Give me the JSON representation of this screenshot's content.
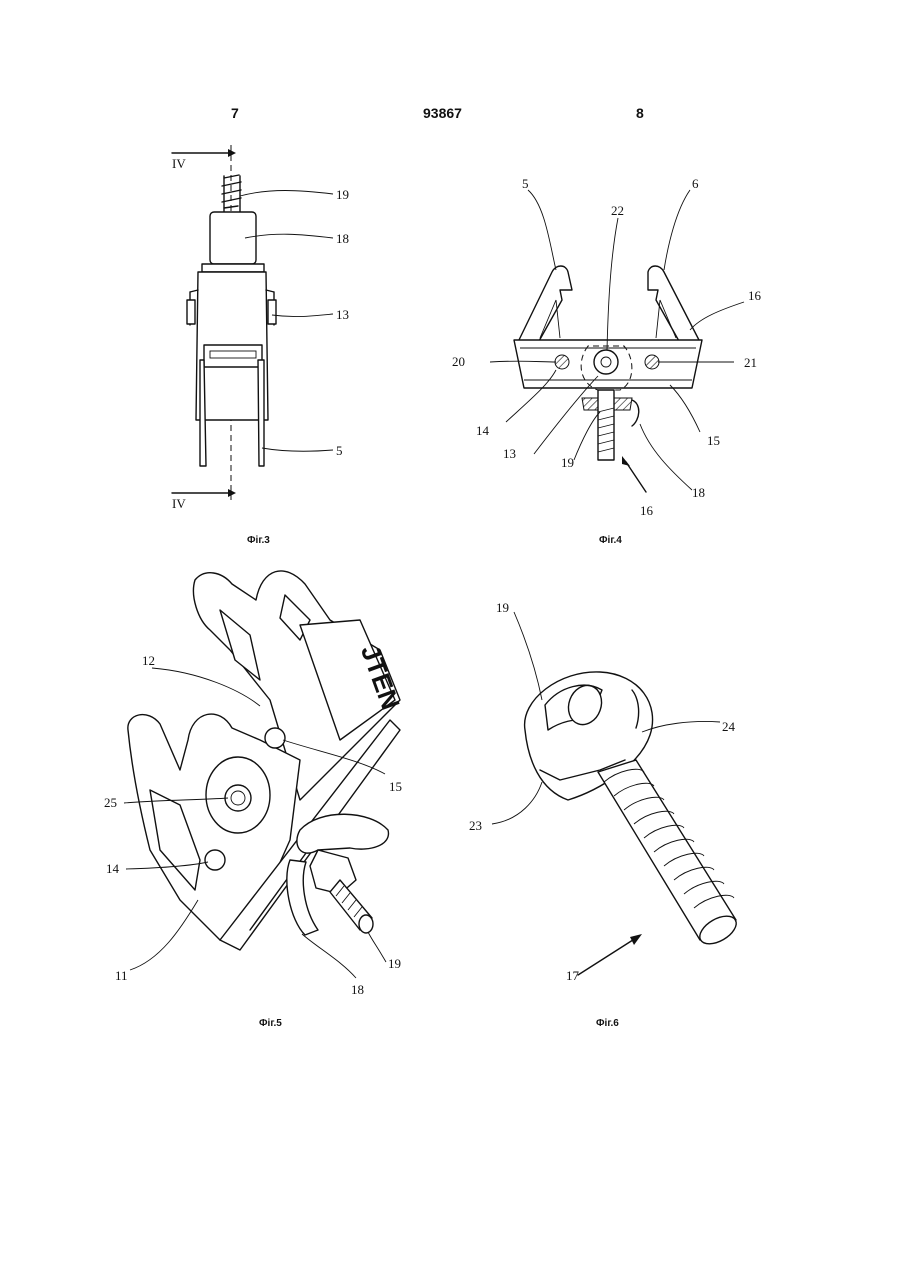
{
  "header": {
    "left_page": "7",
    "doc_number": "93867",
    "right_page": "8"
  },
  "figures": {
    "fig3": {
      "caption": "Фіг.3",
      "section_marks": [
        "IV",
        "IV"
      ],
      "labels": [
        "19",
        "18",
        "13",
        "5"
      ]
    },
    "fig4": {
      "caption": "Фіг.4",
      "labels": [
        "5",
        "6",
        "22",
        "16",
        "20",
        "21",
        "14",
        "15",
        "13",
        "19",
        "18",
        "16"
      ]
    },
    "fig5": {
      "caption": "Фіг.5",
      "logo_text": "JTEN",
      "labels": [
        "12",
        "15",
        "25",
        "14",
        "11",
        "18",
        "19"
      ]
    },
    "fig6": {
      "caption": "Фіг.6",
      "labels": [
        "19",
        "24",
        "23",
        "17"
      ]
    }
  }
}
